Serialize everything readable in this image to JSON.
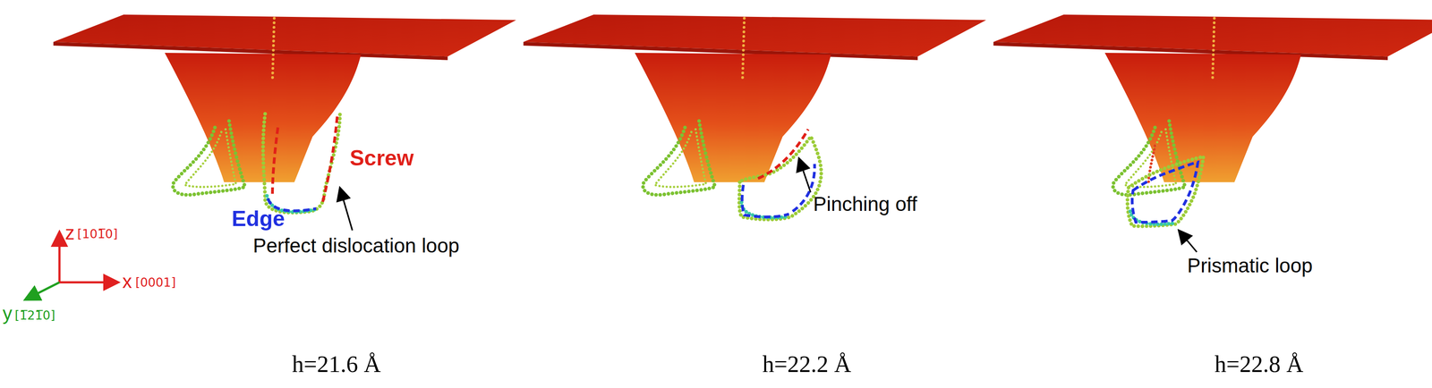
{
  "diagram": {
    "labels": [
      "Screw",
      "Edge",
      "Perfect dislocation loop",
      "Pinching off",
      "Prismatic loop",
      "z",
      "[101̅0]",
      "y",
      "[1̅21̅0]",
      "x",
      "[0001]",
      "h=21.6 Å",
      "h=22.2 Å",
      "h=22.8 Å"
    ]
  }
}
